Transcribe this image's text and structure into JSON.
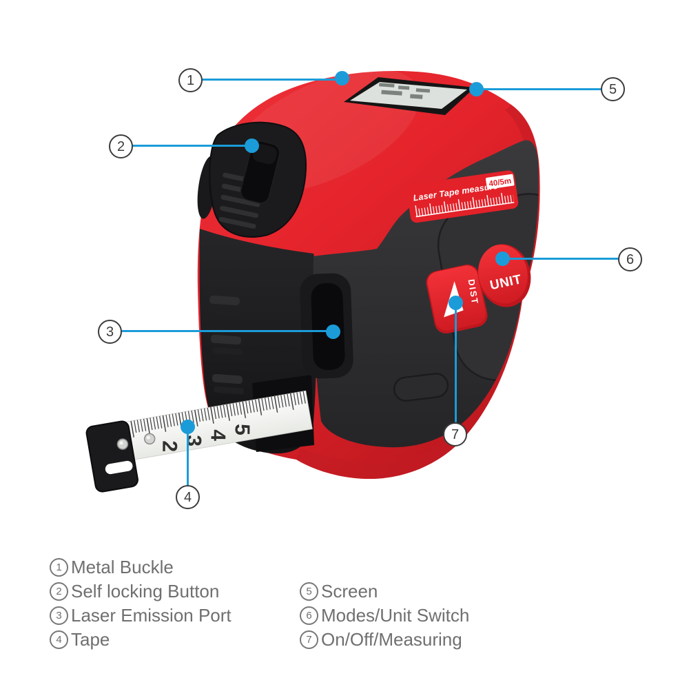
{
  "figure": {
    "kind": "annotated product diagram",
    "subject": "laser tape measure"
  },
  "colors": {
    "accent_blue": "#1b9cd9",
    "body_red": "#e4232b",
    "dark_red": "#bd181f",
    "charcoal": "#2b2b2d",
    "side_black": "#1a1a1c",
    "callout_stroke": "#3b3b3d",
    "legend_text": "#6f6f6f",
    "lcd": "#dde1dd"
  },
  "product": {
    "band_title": "Laser Tape measure",
    "band_badge": "40/5m",
    "unit_button_label": "UNIT",
    "dist_button_label": "DIST",
    "tape_numbers": [
      "2",
      "3",
      "4",
      "5"
    ]
  },
  "callouts": [
    {
      "num": "1",
      "label": "Metal Buckle"
    },
    {
      "num": "2",
      "label": "Self locking Button"
    },
    {
      "num": "3",
      "label": "Laser Emission Port"
    },
    {
      "num": "4",
      "label": "Tape"
    },
    {
      "num": "5",
      "label": "Screen"
    },
    {
      "num": "6",
      "label": "Modes/Unit Switch"
    },
    {
      "num": "7",
      "label": "On/Off/Measuring"
    }
  ],
  "legend": {
    "rows": [
      {
        "left": {
          "num": "1",
          "label": "Metal Buckle"
        }
      },
      {
        "left": {
          "num": "2",
          "label": "Self locking Button"
        },
        "right": {
          "num": "5",
          "label": "Screen"
        }
      },
      {
        "left": {
          "num": "3",
          "label": "Laser Emission Port"
        },
        "right": {
          "num": "6",
          "label": "Modes/Unit Switch"
        }
      },
      {
        "left": {
          "num": "4",
          "label": "Tape"
        },
        "right": {
          "num": "7",
          "label": "On/Off/Measuring"
        }
      }
    ]
  }
}
